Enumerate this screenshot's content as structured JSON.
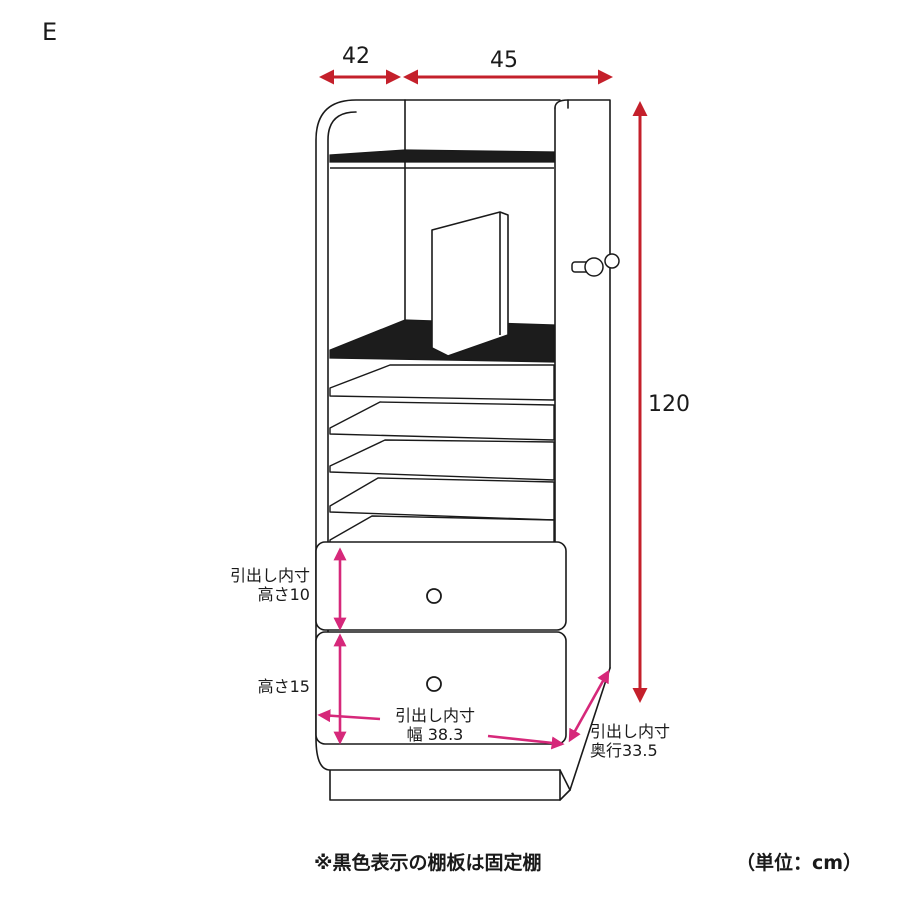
{
  "figure_letter": "E",
  "dimensions": {
    "width_left": "42",
    "width_right": "45",
    "height": "120"
  },
  "drawer_labels": {
    "upper_line1": "引出し内寸",
    "upper_line2": "高さ10",
    "lower": "高さ15",
    "width_line1": "引出し内寸",
    "width_line2": "幅 38.3",
    "depth_line1": "引出し内寸",
    "depth_line2": "奥行33.5"
  },
  "footnote": "※黒色表示の棚板は固定棚",
  "unit": "（単位：cm）",
  "colors": {
    "outline": "#1a1a1a",
    "red_arrow": "#c4202b",
    "pink_arrow": "#d6287a",
    "fixed_shelf": "#1c1c1c"
  }
}
